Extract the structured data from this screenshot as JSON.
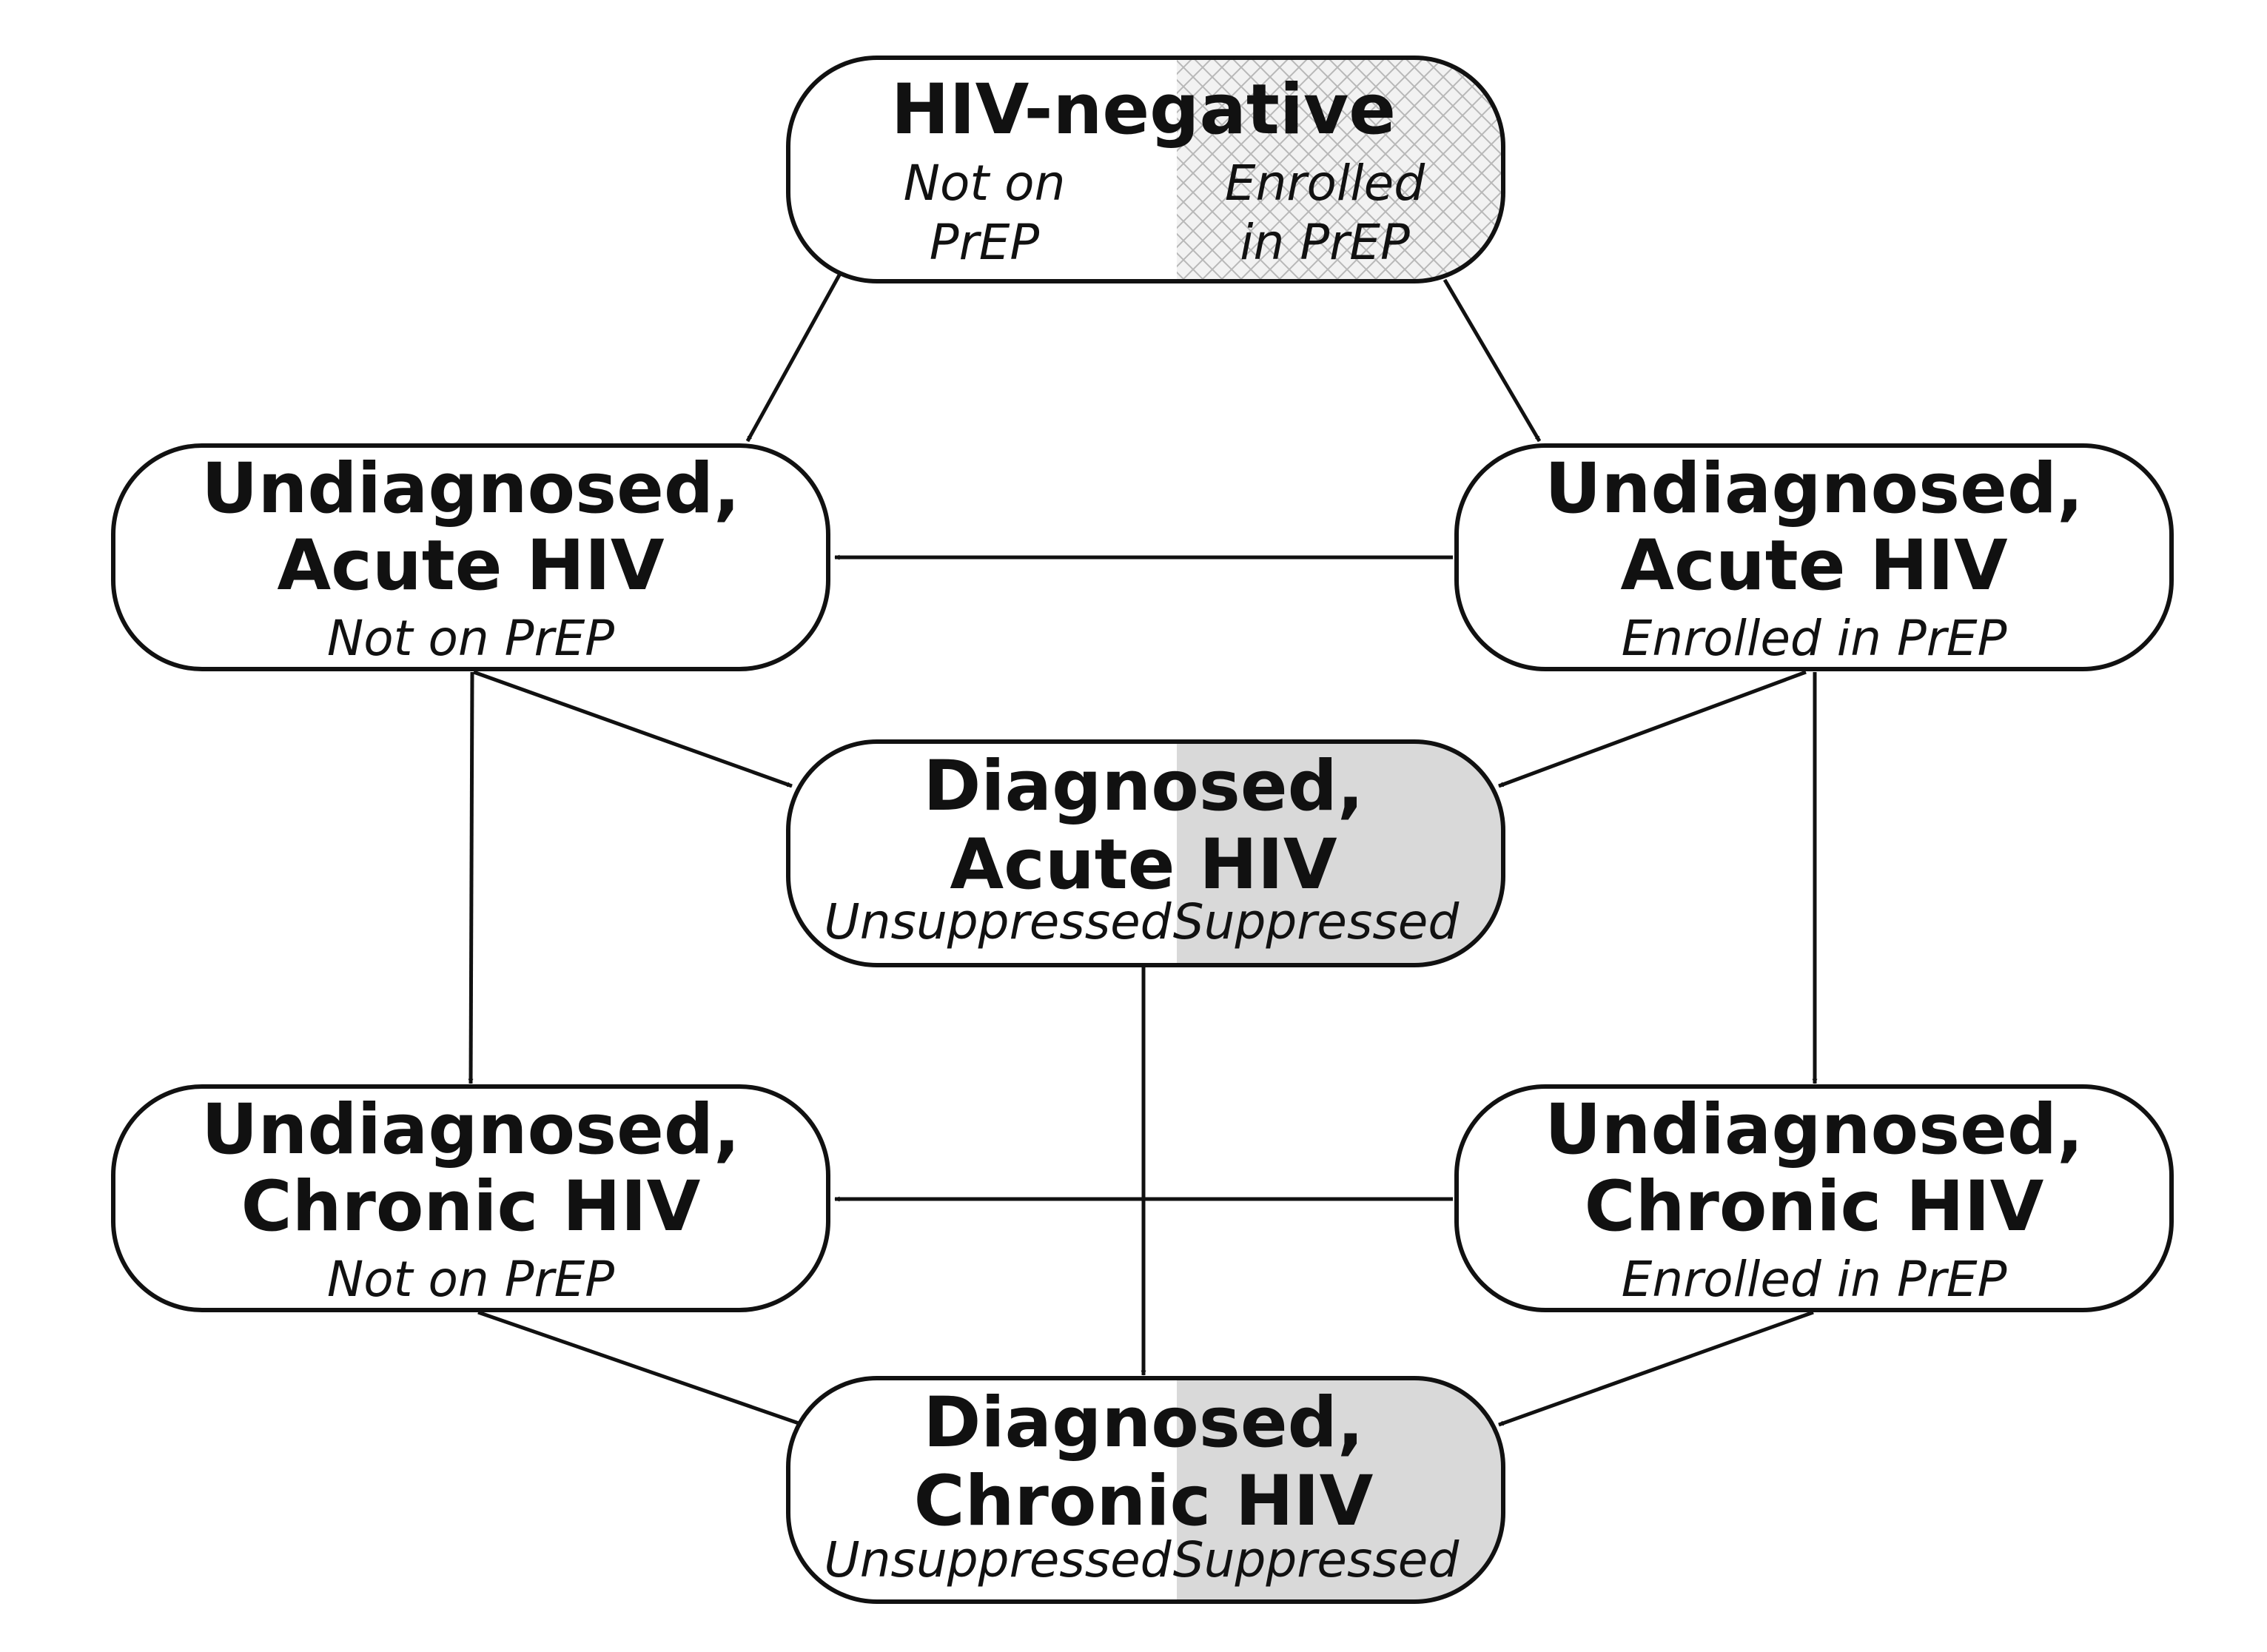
{
  "colors": {
    "line": "#111111",
    "suppressed_shade": "#d9d9d9",
    "prep_hatch": "#b8b8b8",
    "background": "#ffffff"
  },
  "nodes": {
    "hiv_negative": {
      "title": "HIV-negative",
      "left_line1": "Not on",
      "left_line2": "PrEP",
      "right_line1": "Enrolled",
      "right_line2": "in PrEP"
    },
    "undx_acute_noprep": {
      "title_line1": "Undiagnosed,",
      "title_line2": "Acute HIV",
      "subtitle": "Not on PrEP"
    },
    "undx_acute_prep": {
      "title_line1": "Undiagnosed,",
      "title_line2": "Acute HIV",
      "subtitle": "Enrolled in PrEP"
    },
    "dx_acute": {
      "title_line1": "Diagnosed,",
      "title_line2": "Acute HIV",
      "left_label": "Unsuppressed",
      "right_label": "Suppressed"
    },
    "undx_chronic_noprep": {
      "title_line1": "Undiagnosed,",
      "title_line2": "Chronic HIV",
      "subtitle": "Not on PrEP"
    },
    "undx_chronic_prep": {
      "title_line1": "Undiagnosed,",
      "title_line2": "Chronic HIV",
      "subtitle": "Enrolled in PrEP"
    },
    "dx_chronic": {
      "title_line1": "Diagnosed,",
      "title_line2": "Chronic HIV",
      "left_label": "Unsuppressed",
      "right_label": "Suppressed"
    }
  },
  "edges": [
    {
      "from": "hiv_negative",
      "to": "undx_acute_noprep"
    },
    {
      "from": "hiv_negative",
      "to": "undx_acute_prep"
    },
    {
      "from": "undx_acute_prep",
      "to": "undx_acute_noprep"
    },
    {
      "from": "undx_acute_noprep",
      "to": "dx_acute"
    },
    {
      "from": "undx_acute_prep",
      "to": "dx_acute"
    },
    {
      "from": "undx_acute_noprep",
      "to": "undx_chronic_noprep"
    },
    {
      "from": "undx_acute_prep",
      "to": "undx_chronic_prep"
    },
    {
      "from": "undx_chronic_prep",
      "to": "undx_chronic_noprep"
    },
    {
      "from": "dx_acute",
      "to": "dx_chronic"
    },
    {
      "from": "undx_chronic_noprep",
      "to": "dx_chronic"
    },
    {
      "from": "undx_chronic_prep",
      "to": "dx_chronic"
    }
  ]
}
